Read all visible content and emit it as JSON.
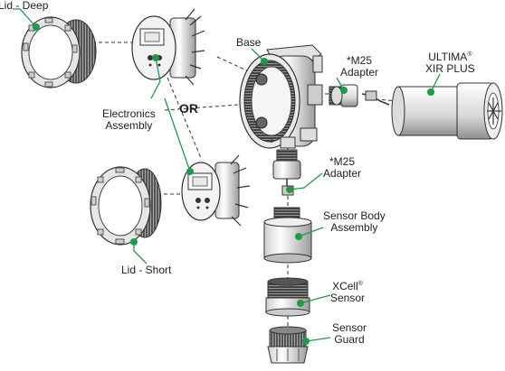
{
  "labels": {
    "lid_deep": "Lid - Deep",
    "base": "Base",
    "m25_adapter_top": "*M25",
    "m25_adapter_top_2": "Adapter",
    "ultima_1": "ULTIMA",
    "ultima_reg": "®",
    "ultima_2": "XIR PLUS",
    "electronics_1": "Electronics",
    "electronics_2": "Assembly",
    "or": "OR",
    "m25_adapter_side": "*M25",
    "m25_adapter_side_2": "Adapter",
    "sensor_body_1": "Sensor Body",
    "sensor_body_2": "Assembly",
    "lid_short": "Lid - Short",
    "xcell_1": "XCell",
    "xcell_reg": "®",
    "xcell_2": "Sensor",
    "guard_1": "Sensor",
    "guard_2": "Guard"
  },
  "colors": {
    "callout": "#1e9a4a",
    "outline": "#3a3a3a",
    "shade": "#d9d9d9"
  }
}
